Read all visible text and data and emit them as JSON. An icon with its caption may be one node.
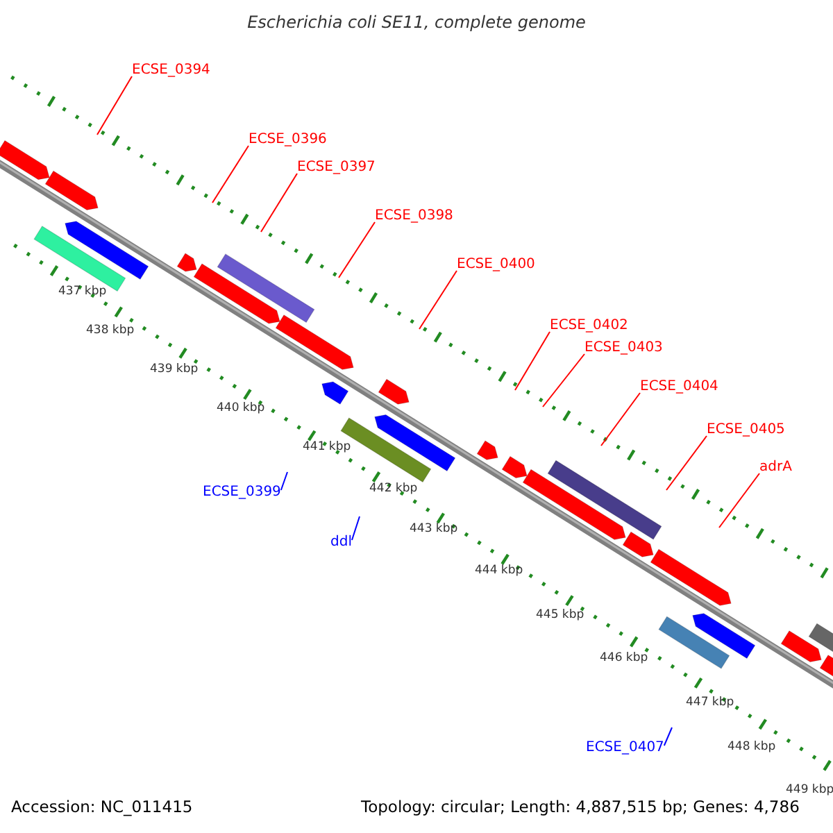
{
  "diagram": {
    "title": "Escherichia coli SE11, complete genome",
    "nodes": [
      {
        "text": [
          "ECSE_0394"
        ]
      },
      {
        "text": [
          "ECSE_0396"
        ]
      },
      {
        "text": [
          "ECSE_0397"
        ]
      },
      {
        "text": [
          "ECSE_0398"
        ]
      },
      {
        "text": [
          "ECSE_0400"
        ]
      },
      {
        "text": [
          "ECSE_0402"
        ]
      },
      {
        "text": [
          "ECSE_0403"
        ]
      },
      {
        "text": [
          "ECSE_0404"
        ]
      },
      {
        "text": [
          "ECSE_0405"
        ]
      },
      {
        "text": [
          "adrA"
        ]
      },
      {
        "text": [
          "ECSE_0399"
        ]
      },
      {
        "text": [
          "ddl"
        ]
      },
      {
        "text": [
          "ECSE_0407"
        ]
      }
    ],
    "edges": [
      {
        "from": 0,
        "to": null,
        "arrow": "none"
      },
      {
        "from": 1,
        "to": null,
        "arrow": "none"
      },
      {
        "from": 2,
        "to": null,
        "arrow": "none"
      },
      {
        "from": 3,
        "to": null,
        "arrow": "none"
      },
      {
        "from": 4,
        "to": null,
        "arrow": "none"
      },
      {
        "from": 5,
        "to": null,
        "arrow": "none"
      },
      {
        "from": 6,
        "to": null,
        "arrow": "none"
      },
      {
        "from": 7,
        "to": null,
        "arrow": "none"
      },
      {
        "from": 8,
        "to": null,
        "arrow": "none"
      },
      {
        "from": 9,
        "to": null,
        "arrow": "none"
      },
      {
        "from": 10,
        "to": null,
        "arrow": "none",
        "color": "#0000ff"
      },
      {
        "from": 11,
        "to": null,
        "arrow": "none",
        "color": "#0000ff"
      },
      {
        "from": 12,
        "to": null,
        "arrow": "none",
        "color": "#0000ff"
      }
    ],
    "labels": [
      "437 kbp",
      "438 kbp",
      "439 kbp",
      "440 kbp",
      "441 kbp",
      "442 kbp",
      "443 kbp",
      "444 kbp",
      "445 kbp",
      "446 kbp",
      "447 kbp",
      "448 kbp",
      "449 kbp",
      "Accession: NC_011415",
      "Topology: circular; Length: 4,887,515 bp; Genes: 4,786"
    ]
  }
}
